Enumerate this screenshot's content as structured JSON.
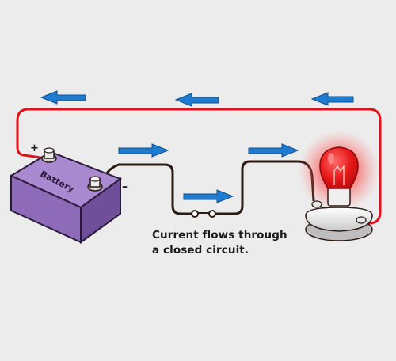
{
  "battery": {
    "label": "Battery",
    "positive_symbol": "+",
    "negative_symbol": "–"
  },
  "caption": {
    "line1": "Current flows through",
    "line2": "a closed circuit."
  },
  "colors": {
    "background": "#ececec",
    "top_wire": "#e0121c",
    "bottom_wire": "#2a1a14",
    "arrow": "#1f7bd0",
    "battery_body": "#8e6bb8",
    "bulb_glow": "#ff2a2a"
  },
  "icons": [
    "battery-icon",
    "switch-icon",
    "light-bulb-icon",
    "arrow-left-icon",
    "arrow-right-icon"
  ]
}
